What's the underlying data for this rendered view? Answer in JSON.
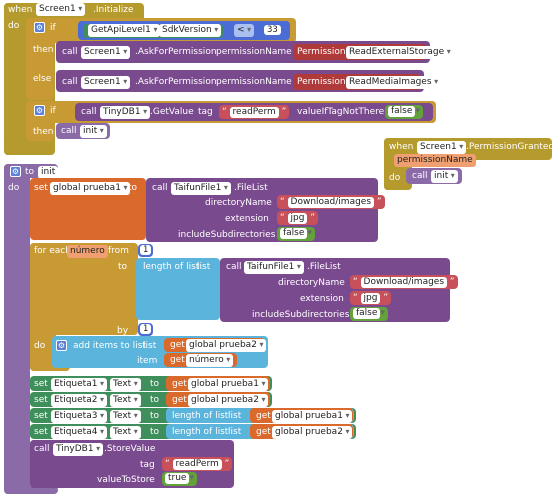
{
  "top_event": {
    "when": "when",
    "component": "Screen1",
    "event": ".Initialize",
    "do": "do",
    "if1": {
      "if": "if",
      "get_component": "GetApiLevel1",
      "property": "SdkVersion",
      "operator": "<",
      "compare_value": "33",
      "then": "then",
      "else": "else",
      "then_call": {
        "call": "call",
        "component": "Screen1",
        "method": ".AskForPermission",
        "param": "permissionName",
        "perm_label": "Permission",
        "perm_value": "ReadExternalStorage"
      },
      "else_call": {
        "call": "call",
        "component": "Screen1",
        "method": ".AskForPermission",
        "param": "permissionName",
        "perm_label": "Permission",
        "perm_value": "ReadMediaImages"
      }
    },
    "if2": {
      "if": "if",
      "call": "call",
      "component": "TinyDB1",
      "method": ".GetValue",
      "tag_label": "tag",
      "tag_value": "readPerm",
      "value_label": "valueIfTagNotThere",
      "value": "false",
      "then": "then",
      "then_call": "call",
      "procedure": "init"
    }
  },
  "permission_event": {
    "when": "when",
    "component": "Screen1",
    "event": ".PermissionGranted",
    "param": "permissionName",
    "do": "do",
    "call": "call",
    "procedure": "init"
  },
  "init_proc": {
    "to": "to",
    "name": "init",
    "do": "do",
    "set1": {
      "set": "set",
      "var": "global prueba1",
      "to": "to",
      "call": "call",
      "component": "TaifunFile1",
      "method": ".FileList",
      "dir_label": "directoryName",
      "dir_value": "Download/images",
      "ext_label": "extension",
      "ext_value": "jpg",
      "sub_label": "includeSubdirectories",
      "sub_value": "false"
    },
    "foreach": {
      "for_each": "for each",
      "var": "número",
      "from": "from",
      "from_value": "1",
      "to": "to",
      "length_label": "length of list",
      "list_label": "list",
      "inner_call": {
        "call": "call",
        "component": "TaifunFile1",
        "method": ".FileList",
        "dir_label": "directoryName",
        "dir_value": "Download/images",
        "ext_label": "extension",
        "ext_value": "jpg",
        "sub_label": "includeSubdirectories",
        "sub_value": "false"
      },
      "by": "by",
      "by_value": "1",
      "do": "do",
      "add": {
        "label": "add items to list",
        "list_label": "list",
        "get": "get",
        "list_var": "global prueba2",
        "item_label": "item",
        "item_var": "número"
      }
    },
    "sets": [
      {
        "set": "set",
        "component": "Etiqueta1",
        "property": "Text",
        "to": "to",
        "get": "get",
        "var": "global prueba1"
      },
      {
        "set": "set",
        "component": "Etiqueta2",
        "property": "Text",
        "to": "to",
        "get": "get",
        "var": "global prueba2"
      },
      {
        "set": "set",
        "component": "Etiqueta3",
        "property": "Text",
        "to": "to",
        "length": "length of list",
        "list": "list",
        "get": "get",
        "var": "global prueba1"
      },
      {
        "set": "set",
        "component": "Etiqueta4",
        "property": "Text",
        "to": "to",
        "length": "length of list",
        "list": "list",
        "get": "get",
        "var": "global prueba2"
      }
    ],
    "store": {
      "call": "call",
      "component": "TinyDB1",
      "method": ".StoreValue",
      "tag_label": "tag",
      "tag_value": "readPerm",
      "value_label": "valueToStore",
      "value": "true"
    }
  },
  "colors": {
    "event": "#b59a2e",
    "control": "#c79a33",
    "component": "#7a4a8f",
    "getter": "#3e8f5b",
    "text": "#c8505a",
    "logic": "#63a13a",
    "list": "#5ab4dc",
    "variable": "#d96a2c",
    "procedure": "#8b6aa8",
    "math": "#4a6cd4"
  }
}
